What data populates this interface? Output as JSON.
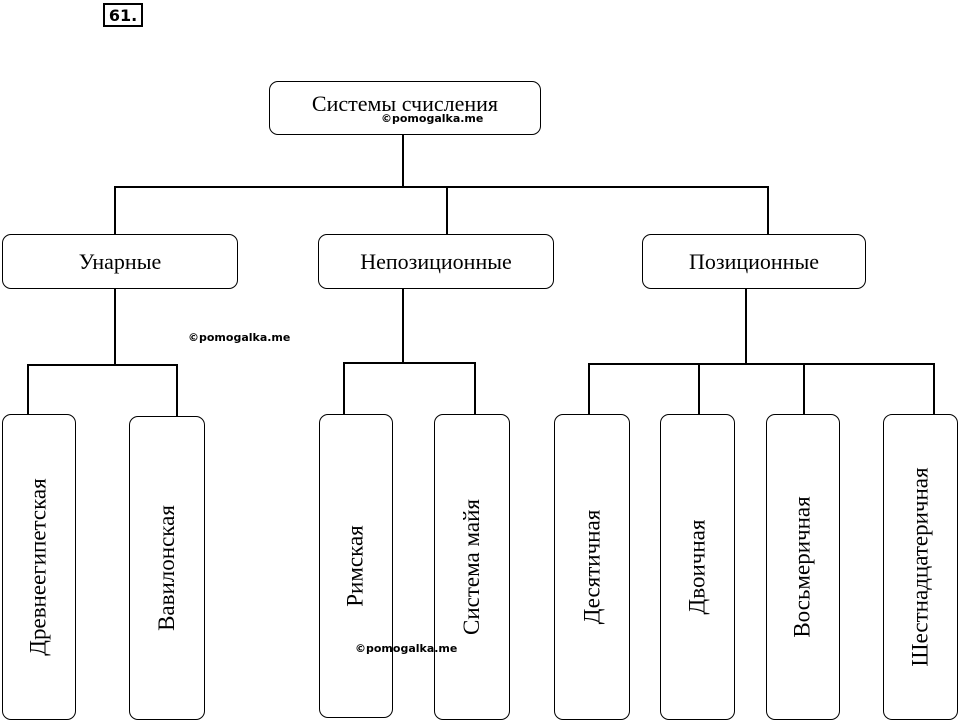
{
  "problem_number": "61.",
  "root": {
    "label": "Системы счисления"
  },
  "categories": [
    {
      "label": "Унарные",
      "children": [
        "Древнеегипетская",
        "Вавилонская"
      ]
    },
    {
      "label": "Непозиционные",
      "children": [
        "Римская",
        "Система майя"
      ]
    },
    {
      "label": "Позиционные",
      "children": [
        "Десятичная",
        "Двоичная",
        "Восьмеричная",
        "Шестнадцатеричная"
      ]
    }
  ],
  "watermarks": [
    "©pomogalka.me",
    "©pomogalka.me",
    "©pomogalka.me"
  ]
}
